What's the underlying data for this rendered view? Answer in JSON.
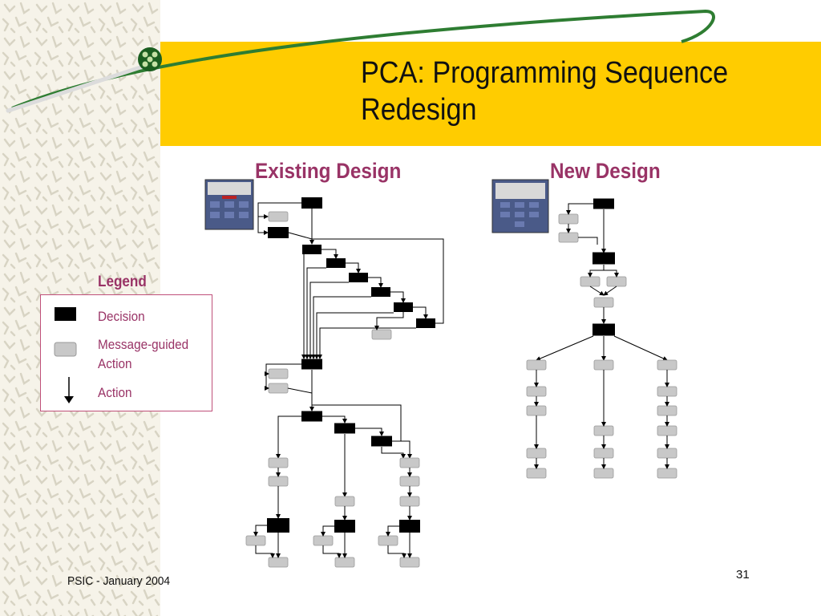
{
  "slide": {
    "title": "PCA: Programming Sequence Redesign",
    "footer": "PSIC - January 2004",
    "page_number": "31"
  },
  "sections": {
    "existing": "Existing Design",
    "new": "New Design"
  },
  "legend": {
    "title": "Legend",
    "items": [
      {
        "symbol": "decision-box",
        "label": "Decision"
      },
      {
        "symbol": "message-box",
        "label": "Message-guided Action"
      },
      {
        "symbol": "arrow",
        "label": "Action"
      }
    ]
  },
  "colors": {
    "banner": "#ffcc00",
    "accent": "#993366",
    "decision": "#000000",
    "message_action": "#c8c8c8"
  }
}
